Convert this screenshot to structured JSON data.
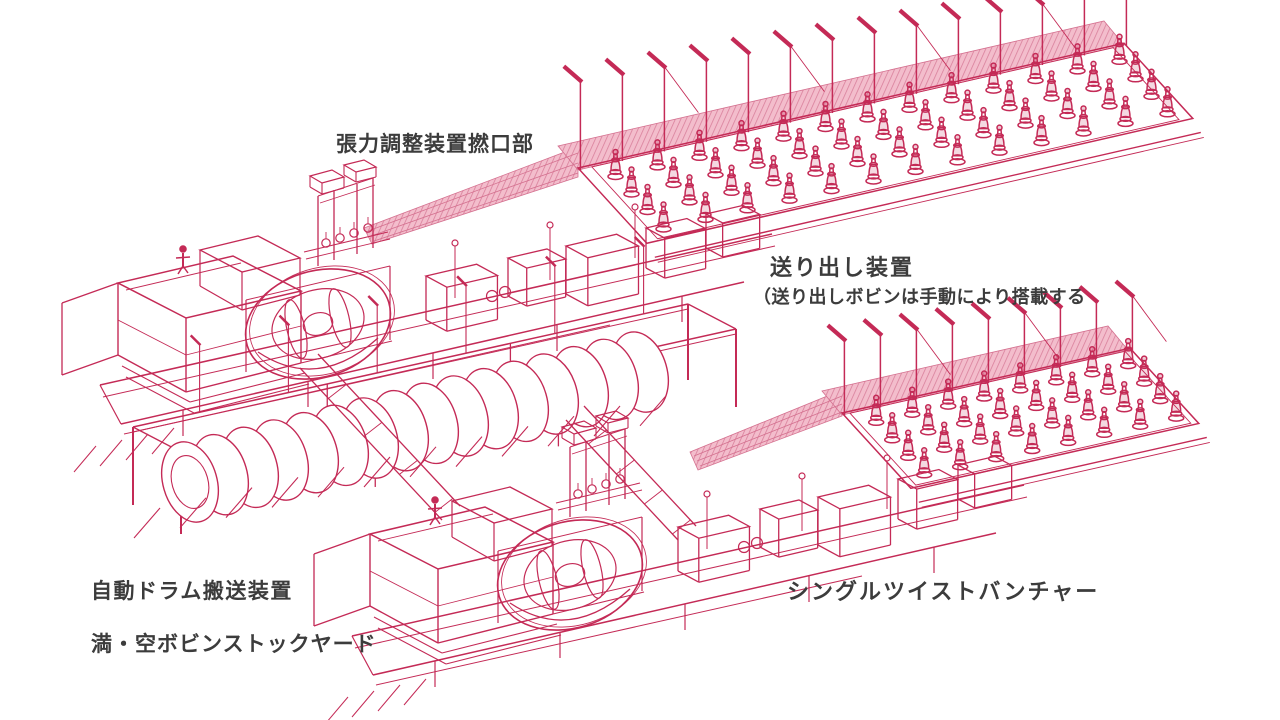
{
  "colors": {
    "line": "#c42a56",
    "line_light": "#d4708f",
    "band_fill": "#f3bdcc",
    "band_hatch": "#d9809c",
    "text": "#3c3c3c",
    "background": "#ffffff"
  },
  "labels": {
    "tension_device": "張力調整装置撚口部",
    "payoff_device": "送り出し装置",
    "payoff_note": "（送り出しボビンは手動により搭載する",
    "drum_transport": "自動ドラム搬送装置",
    "stock_yard": "満・空ボビンストックヤード",
    "single_twist_buncher": "シングルツイストバンチャー"
  }
}
